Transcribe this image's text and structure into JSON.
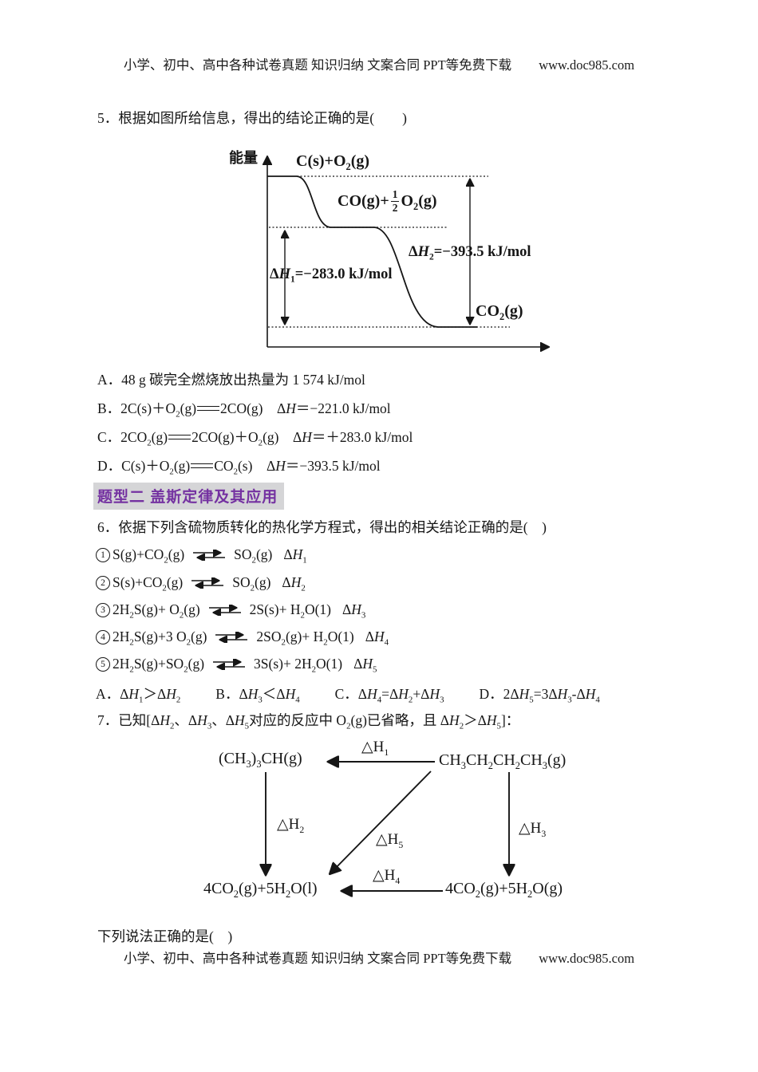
{
  "colors": {
    "accent_purple": "#7431a1",
    "section_bg": "#d5d5d7"
  },
  "header": {
    "links_text": "小学、初中、高中各种试卷真题 知识归纳 文案合同 PPT等免费下载",
    "url": "www.doc985.com"
  },
  "footer": {
    "links_text": "小学、初中、高中各种试卷真题 知识归纳 文案合同 PPT等免费下载",
    "url": "www.doc985.com"
  },
  "q5": {
    "stem": "5．根据如图所给信息，得出的结论正确的是(　　)",
    "diagram": {
      "y_axis_label": "能量",
      "level_top": "C(s)+O<sub>2</sub>(g)",
      "level_mid_pre": "CO(g)+",
      "frac_num": "1",
      "frac_den": "2",
      "level_mid_post": "O<sub>2</sub>(g)",
      "dh2": "Δ<i>H</i><sub>2</sub>=−393.5 kJ/mol",
      "dh1": "Δ<i>H</i><sub>1</sub>=−283.0 kJ/mol",
      "level_bottom": "CO<sub>2</sub>(g)"
    },
    "options": [
      "A．48 g 碳完全燃烧放出热量为 1 574 kJ/mol",
      "B．2C(s)＋O<sub>2</sub>(g)<span class='eqq'></span>2CO(g)　Δ<i>H</i>＝−221.0 kJ/mol",
      "C．2CO<sub>2</sub>(g)<span class='eqq'></span>2CO(g)＋O<sub>2</sub>(g)　Δ<i>H</i>＝＋283.0 kJ/mol",
      "D．C(s)＋O<sub>2</sub>(g)<span class='eqq'></span>CO<sub>2</sub>(s)　Δ<i>H</i>＝−393.5 kJ/mol"
    ]
  },
  "section2": {
    "title": "题型二 盖斯定律及其应用"
  },
  "q6": {
    "stem": "6．依据下列含硫物质转化的热化学方程式，得出的相关结论正确的是(　)",
    "equations": [
      {
        "num": "1",
        "lhs": "S(g)+CO<sub>2</sub>(g)",
        "rhs": "SO<sub>2</sub>(g)",
        "dh": "Δ<i>H</i><sub>1</sub>"
      },
      {
        "num": "2",
        "lhs": "S(s)+CO<sub>2</sub>(g)",
        "rhs": "SO<sub>2</sub>(g)",
        "dh": "Δ<i>H</i><sub>2</sub>"
      },
      {
        "num": "3",
        "lhs": "2H<sub>2</sub>S(g)+ O<sub>2</sub>(g)",
        "rhs": "2S(s)+ H<sub>2</sub>O(1)",
        "dh": "Δ<i>H</i><sub>3</sub>"
      },
      {
        "num": "4",
        "lhs": "2H<sub>2</sub>S(g)+3 O<sub>2</sub>(g)",
        "rhs": "2SO<sub>2</sub>(g)+ H<sub>2</sub>O(1)",
        "dh": "Δ<i>H</i><sub>4</sub>"
      },
      {
        "num": "5",
        "lhs": "2H<sub>2</sub>S(g)+SO<sub>2</sub>(g)",
        "rhs": "3S(s)+ 2H<sub>2</sub>O(1)",
        "dh": "Δ<i>H</i><sub>5</sub>"
      }
    ],
    "options": [
      "A．Δ<i>H</i><sub>1</sub>＞Δ<i>H</i><sub>2</sub>",
      "B．Δ<i>H</i><sub>3</sub>＜Δ<i>H</i><sub>4</sub>",
      "C．Δ<i>H</i><sub>4</sub>=Δ<i>H</i><sub>2</sub>+Δ<i>H</i><sub>3</sub>",
      "D．2Δ<i>H</i><sub>5</sub>=3Δ<i>H</i><sub>3</sub>-Δ<i>H</i><sub>4</sub>"
    ]
  },
  "q7": {
    "stem": "7．已知[Δ<i>H</i><sub>2</sub>、Δ<i>H</i><sub>3</sub>、Δ<i>H</i><sub>5</sub>对应的反应中 O<sub>2</sub>(g)已省略，且 Δ<i>H</i><sub>2</sub>＞Δ<i>H</i><sub>5</sub>]：",
    "diagram": {
      "top_left": "(CH<sub>3</sub>)<sub>3</sub>CH(g)",
      "top_right": "CH<sub>3</sub>CH<sub>2</sub>CH<sub>2</sub>CH<sub>3</sub>(g)",
      "bottom_left": "4CO<sub>2</sub>(g)+5H<sub>2</sub>O(l)",
      "bottom_right": "4CO<sub>2</sub>(g)+5H<sub>2</sub>O(g)",
      "h1": "△H<sub>1</sub>",
      "h2": "△H<sub>2</sub>",
      "h3": "△H<sub>3</sub>",
      "h4": "△H<sub>4</sub>",
      "h5": "△H<sub>5</sub>"
    },
    "tail": "下列说法正确的是(　)"
  }
}
